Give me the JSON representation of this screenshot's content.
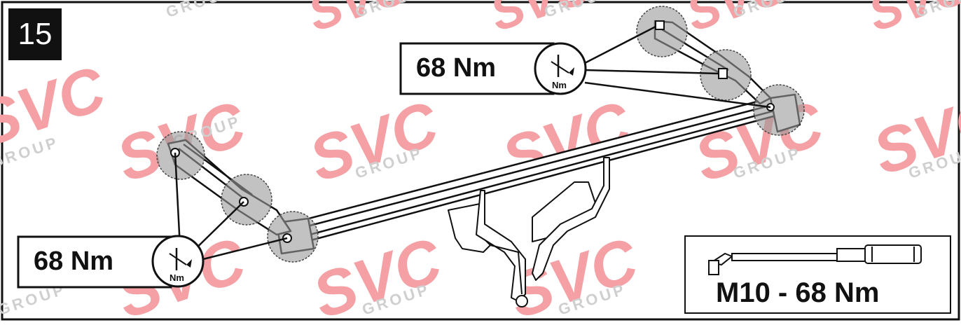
{
  "step_number": "15",
  "callouts": [
    {
      "torque": "68 Nm",
      "unit_icon": "torque-wrench-icon",
      "unit_text": "Nm"
    },
    {
      "torque": "68 Nm",
      "unit_icon": "torque-wrench-icon",
      "unit_text": "Nm"
    }
  ],
  "spec": {
    "text": "M10 - 68 Nm",
    "tool_icon": "torque-wrench-tool-icon"
  },
  "watermark": {
    "brand": "SVC",
    "sub": "GROUP"
  },
  "colors": {
    "watermark_red": "#f4a0a4",
    "watermark_gray": "#cfcfcf",
    "line": "#111111",
    "highlight": "#999999"
  }
}
